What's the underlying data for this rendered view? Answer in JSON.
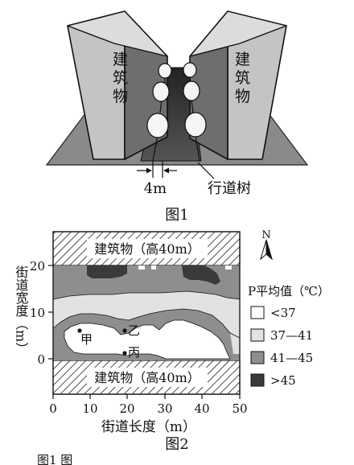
{
  "figure1": {
    "building_label": "建筑物",
    "gap_label": "4m",
    "tree_label": "行道树",
    "caption": "图1"
  },
  "figure2": {
    "top_band_label": "建筑物（高40m）",
    "bottom_band_label": "建筑物（高40m）",
    "y_axis_label": "街道宽度（m）",
    "x_axis_label": "街道长度（m）",
    "y_ticks": [
      "0",
      "10",
      "20"
    ],
    "x_ticks": [
      "0",
      "10",
      "20",
      "30",
      "40",
      "50"
    ],
    "compass": "N",
    "points": [
      {
        "name": "甲"
      },
      {
        "name": "乙"
      },
      {
        "name": "丙"
      }
    ],
    "legend": {
      "title": "P平均值（℃）",
      "items": [
        {
          "label": "<37",
          "color": "#ffffff"
        },
        {
          "label": "37—41",
          "color": "#e2e2e2"
        },
        {
          "label": "41—45",
          "color": "#8e8e8e"
        },
        {
          "label": ">45",
          "color": "#3a3a3a"
        }
      ]
    },
    "caption": "图2"
  },
  "footer_text": "图1  图"
}
